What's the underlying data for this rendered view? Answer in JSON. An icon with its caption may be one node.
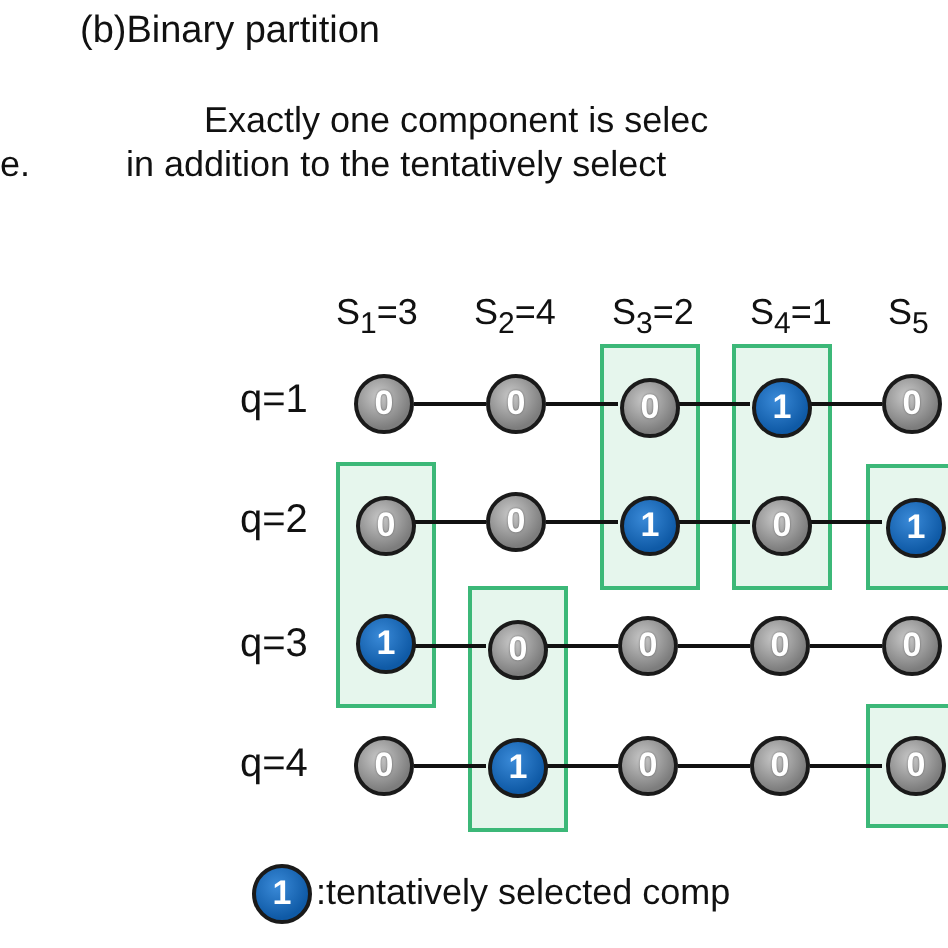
{
  "diagram": {
    "title": "(b)Binary partition",
    "labels": [
      "Exactly one component is selec",
      "e.",
      "in addition to the tentatively select",
      "S$_{1}$=3",
      "S$_{2}$=4",
      "S$_{3}$=2",
      "S$_{4}$=1",
      "S$_{5}$",
      "q=1",
      "q=2",
      "q=3",
      "q=4"
    ],
    "nodes": [
      {
        "text": [],
        "shape": "box"
      },
      {
        "text": [],
        "shape": "box"
      },
      {
        "text": [],
        "shape": "box"
      },
      {
        "text": [],
        "shape": "box"
      },
      {
        "text": [],
        "shape": "box"
      },
      {
        "text": [],
        "shape": "box"
      },
      {
        "text": [
          "0"
        ]
      },
      {
        "text": [
          "0"
        ]
      },
      {
        "text": [
          "0"
        ],
        "in": 0
      },
      {
        "text": [
          "1"
        ],
        "in": 1
      },
      {
        "text": [
          "0"
        ]
      },
      {
        "text": [
          "0"
        ],
        "in": 2
      },
      {
        "text": [
          "0"
        ]
      },
      {
        "text": [
          "1"
        ],
        "in": 0
      },
      {
        "text": [
          "0"
        ],
        "in": 1
      },
      {
        "text": [
          "1"
        ],
        "in": 3
      },
      {
        "text": [
          "1"
        ],
        "in": 2
      },
      {
        "text": [
          "0"
        ],
        "in": 4
      },
      {
        "text": [
          "0"
        ]
      },
      {
        "text": [
          "0"
        ]
      },
      {
        "text": [
          "0"
        ]
      },
      {
        "text": [
          "0"
        ]
      },
      {
        "text": [
          "1"
        ],
        "in": 4
      },
      {
        "text": [
          "0"
        ]
      },
      {
        "text": [
          "0"
        ]
      },
      {
        "text": [
          "0"
        ],
        "in": 5
      },
      {
        "text": [
          "1"
        ],
        "beside": [
          ":tentatively selected comp"
        ]
      }
    ],
    "edges": [
      {
        "from": 6,
        "to": 7,
        "arrow": "none"
      },
      {
        "from": 7,
        "to": 8,
        "arrow": "none"
      },
      {
        "from": 8,
        "to": 9,
        "arrow": "none"
      },
      {
        "from": 9,
        "to": 10,
        "arrow": "none"
      },
      {
        "from": 11,
        "to": 12,
        "arrow": "none"
      },
      {
        "from": 12,
        "to": 13,
        "arrow": "none"
      },
      {
        "from": 13,
        "to": 14,
        "arrow": "none"
      },
      {
        "from": 14,
        "to": 15,
        "arrow": "none"
      },
      {
        "from": 16,
        "to": 17,
        "arrow": "none"
      },
      {
        "from": 17,
        "to": 18,
        "arrow": "none"
      },
      {
        "from": 18,
        "to": 19,
        "arrow": "none"
      },
      {
        "from": 19,
        "to": 20,
        "arrow": "none"
      },
      {
        "from": 21,
        "to": 22,
        "arrow": "none"
      },
      {
        "from": 22,
        "to": 23,
        "arrow": "none"
      },
      {
        "from": 23,
        "to": 24,
        "arrow": "none"
      },
      {
        "from": 24,
        "to": 25,
        "arrow": "none"
      }
    ]
  }
}
